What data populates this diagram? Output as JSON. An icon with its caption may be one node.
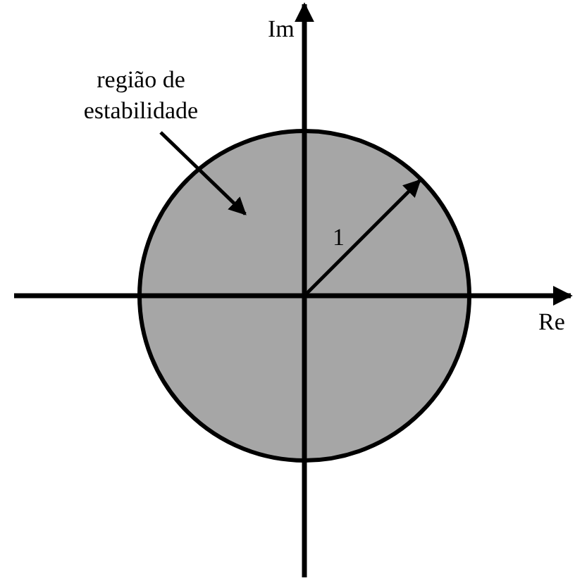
{
  "diagram": {
    "nodes": [
      {
        "text": [
          "região de estabilidade"
        ]
      },
      {
        "text": [],
        "shape": "circle"
      }
    ],
    "edges": [
      {
        "from": 0,
        "to": 1,
        "arrow": "to"
      }
    ],
    "labels": [
      "Im",
      "Re",
      "1"
    ]
  }
}
